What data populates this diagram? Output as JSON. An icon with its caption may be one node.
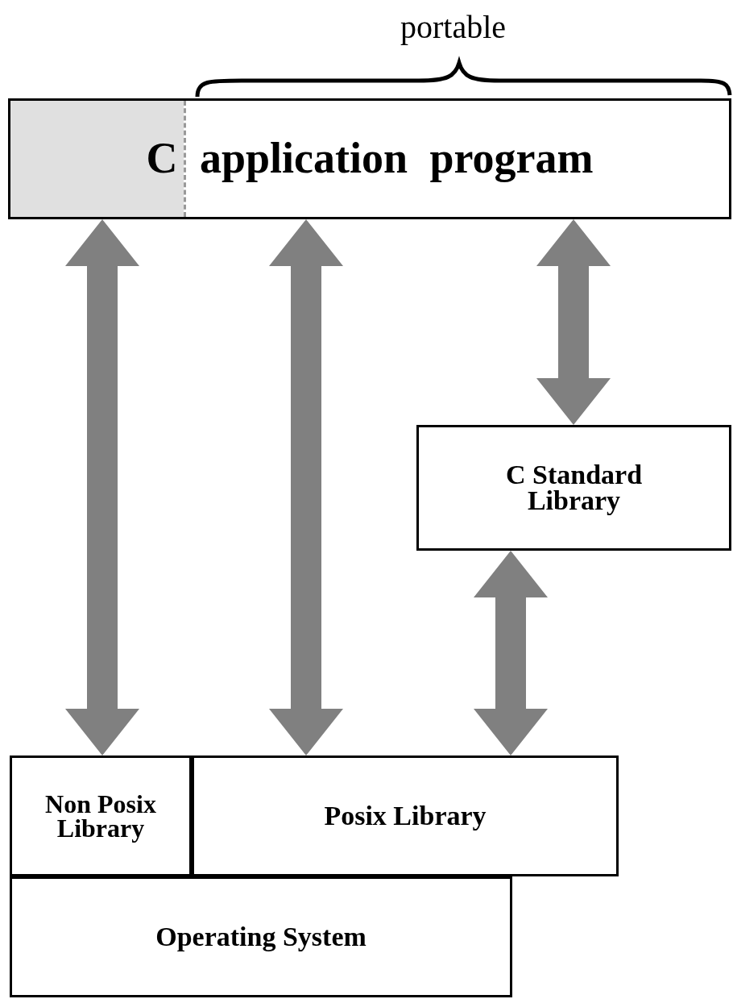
{
  "diagram": {
    "nodes": [
      {
        "text": [
          "C application program"
        ]
      },
      {
        "text": [
          "C Standard Library"
        ]
      },
      {
        "text": [
          "Non Posix Library"
        ]
      },
      {
        "text": [
          "Posix Library"
        ]
      },
      {
        "text": [
          "Operating System"
        ]
      }
    ],
    "edges": [
      {
        "from": 0,
        "to": 2,
        "arrow": "both",
        "style": "thick"
      },
      {
        "from": 0,
        "to": 3,
        "arrow": "both",
        "style": "thick"
      },
      {
        "from": 0,
        "to": 1,
        "arrow": "both",
        "style": "thick"
      },
      {
        "from": 1,
        "to": 3,
        "arrow": "both",
        "style": "thick"
      }
    ],
    "labels": [
      "portable"
    ]
  }
}
